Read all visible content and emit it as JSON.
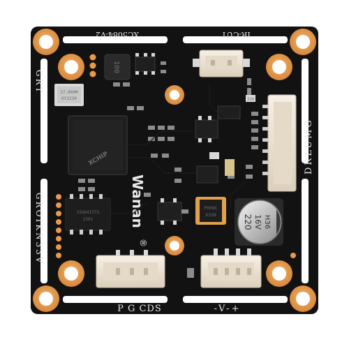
{
  "image": {
    "subject": "camera-module-pcb",
    "colors": {
      "background": "#ffffff",
      "board": "#121212",
      "pad": "#e89a4a",
      "silkscreen": "#e8e8e8",
      "connector": "#efe6d8"
    }
  },
  "silkscreen": {
    "model": "XC5084-V2",
    "ir_cut": "IR-CUT",
    "grt": "GRT",
    "drlumg": "DRLUMG",
    "groikn33v": "GROIKN33V",
    "pg_cds": "P G CDS",
    "v_plus": "-V-+",
    "brand": "Wanan",
    "registered": "®",
    "crystal": "27.000M",
    "crystal_code": "KY3230",
    "soc_logo": "XCHIP",
    "cap_value": "220",
    "cap_voltage": "16V",
    "cap_series": "H36",
    "flash_chip_a": "25Q64ISTG",
    "flash_chip_b": "2301",
    "inductor": "100",
    "reg_code": "P008C",
    "reg_code_b": "X328",
    "small_resistor": "330"
  }
}
